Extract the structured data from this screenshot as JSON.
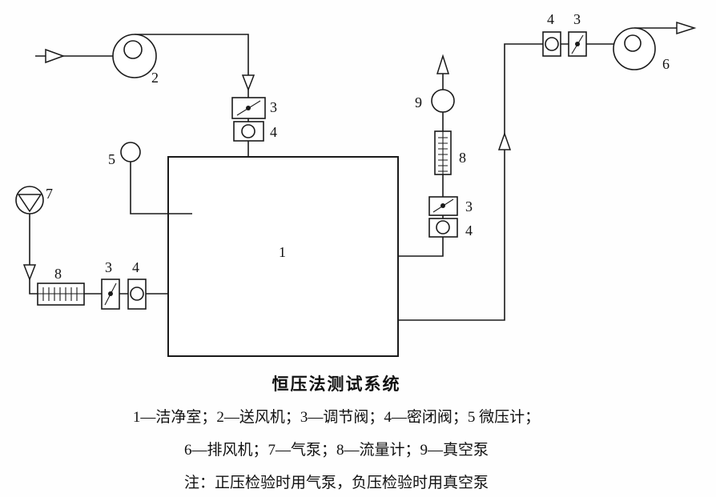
{
  "page": {
    "background": "#fefefe",
    "line_color": "#1a1a1a"
  },
  "diagram": {
    "component_labels": {
      "room": "1",
      "supply_fan": "2",
      "valve3_top": "3",
      "valve4_top": "4",
      "micromanometer": "5",
      "exhaust_fan": "6",
      "air_pump": "7",
      "flowmeter_left": "8",
      "valve3_left": "3",
      "valve4_left": "4",
      "vacuum_pump": "9",
      "flowmeter_right": "8",
      "valve3_right": "3",
      "valve4_right": "4",
      "valve4_topright": "4",
      "valve3_topright": "3"
    },
    "caption": {
      "title": "恒压法测试系统",
      "legend_line1": "1—洁净室；2—送风机；3—调节阀；4—密闭阀；5 微压计；",
      "legend_line2": "6—排风机；7—气泵；8—流量计；9—真空泵",
      "note": "注：正压检验时用气泵，负压检验时用真空泵"
    }
  }
}
